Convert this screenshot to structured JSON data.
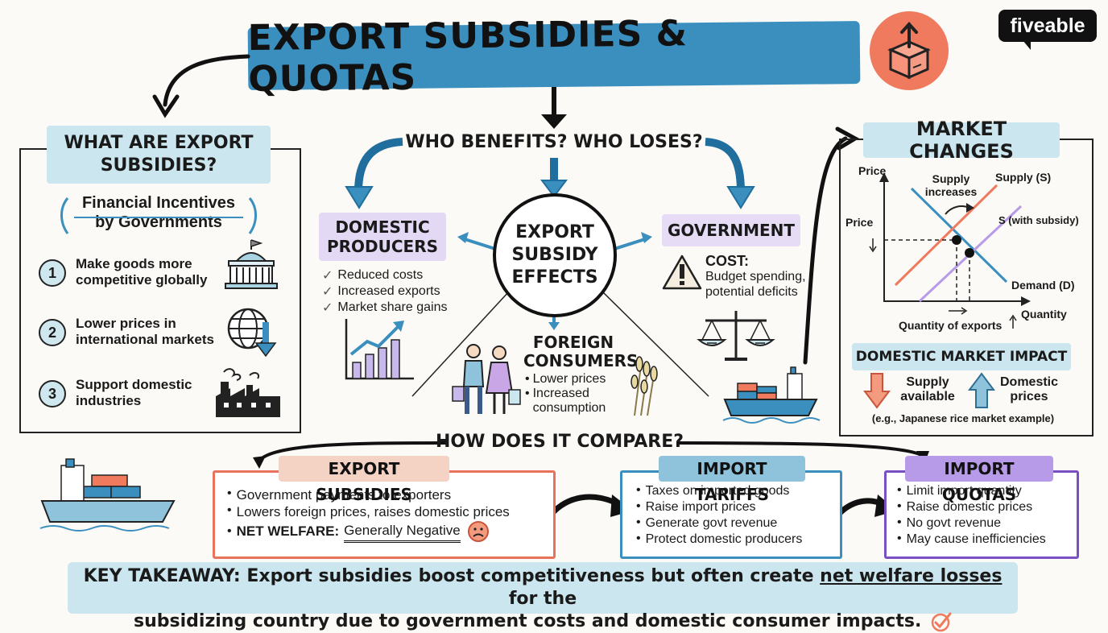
{
  "header": {
    "title": "EXPORT SUBSIDIES & QUOTAS",
    "brand": "fiveable"
  },
  "what_are": {
    "heading": "WHAT ARE EXPORT SUBSIDIES?",
    "subtitle_top": "Financial Incentives",
    "subtitle_bottom": "by Governments",
    "items": [
      {
        "num": "1",
        "text": "Make goods more competitive globally",
        "icon": "capitol-building-icon"
      },
      {
        "num": "2",
        "text": "Lower prices in international markets",
        "icon": "globe-down-arrow-icon"
      },
      {
        "num": "3",
        "text": "Support domestic industries",
        "icon": "factory-icon"
      }
    ]
  },
  "center": {
    "question": "WHO BENEFITS? WHO LOSES?",
    "hub": "EXPORT SUBSIDY EFFECTS",
    "producers": {
      "title": "DOMESTIC PRODUCERS",
      "items": [
        "Reduced costs",
        "Increased exports",
        "Market share gains"
      ]
    },
    "government": {
      "title": "GOVERNMENT",
      "cost_label": "COST:",
      "cost_text": "Budget spending, potential deficits"
    },
    "foreign": {
      "title": "FOREIGN CONSUMERS",
      "items": [
        "Lower prices",
        "Increased consumption"
      ]
    }
  },
  "market": {
    "heading": "MARKET CHANGES",
    "graph": {
      "y_axis": "Price",
      "price_marker": "Price",
      "x_axis": "Quantity",
      "x_marker": "Quantity of exports",
      "shift_note": "Supply increases",
      "supply": "Supply (S)",
      "supply_subsidy": "S (with subsidy)",
      "demand": "Demand (D)"
    },
    "impact_heading": "DOMESTIC MARKET IMPACT",
    "impact_left": "Supply available",
    "impact_right": "Domestic prices",
    "impact_note": "(e.g., Japanese rice market example)"
  },
  "compare": {
    "question": "HOW DOES IT COMPARE?",
    "cards": [
      {
        "title": "EXPORT SUBSIDIES",
        "items": [
          "Government payments to exporters",
          "Lowers foreign prices, raises domestic prices"
        ],
        "welfare_label": "NET WELFARE:",
        "welfare_value": "Generally Negative"
      },
      {
        "title": "IMPORT TARIFFS",
        "items": [
          "Taxes on imported goods",
          "Raise import prices",
          "Generate govt revenue",
          "Protect domestic producers"
        ]
      },
      {
        "title": "IMPORT QUOTAS",
        "items": [
          "Limit import quantity",
          "Raise domestic prices",
          "No govt revenue",
          "May cause inefficiencies"
        ]
      }
    ]
  },
  "takeaway": {
    "label": "KEY TAKEAWAY:",
    "text_a": "Export subsidies boost competitiveness but often create",
    "text_underline": "net welfare losses",
    "text_b": "for the",
    "text_c": "subsidizing country due to government costs and domestic consumer impacts."
  },
  "colors": {
    "banner": "#3a8fbf",
    "coral": "#f07a5e",
    "subsidy_border": "#e8735a",
    "tariff_border": "#3a8fbf",
    "quota_border": "#7a4fc4",
    "quota_title": "#b89be8",
    "light_blue": "#cbe6ee",
    "lavender": "#e4d9f4"
  }
}
